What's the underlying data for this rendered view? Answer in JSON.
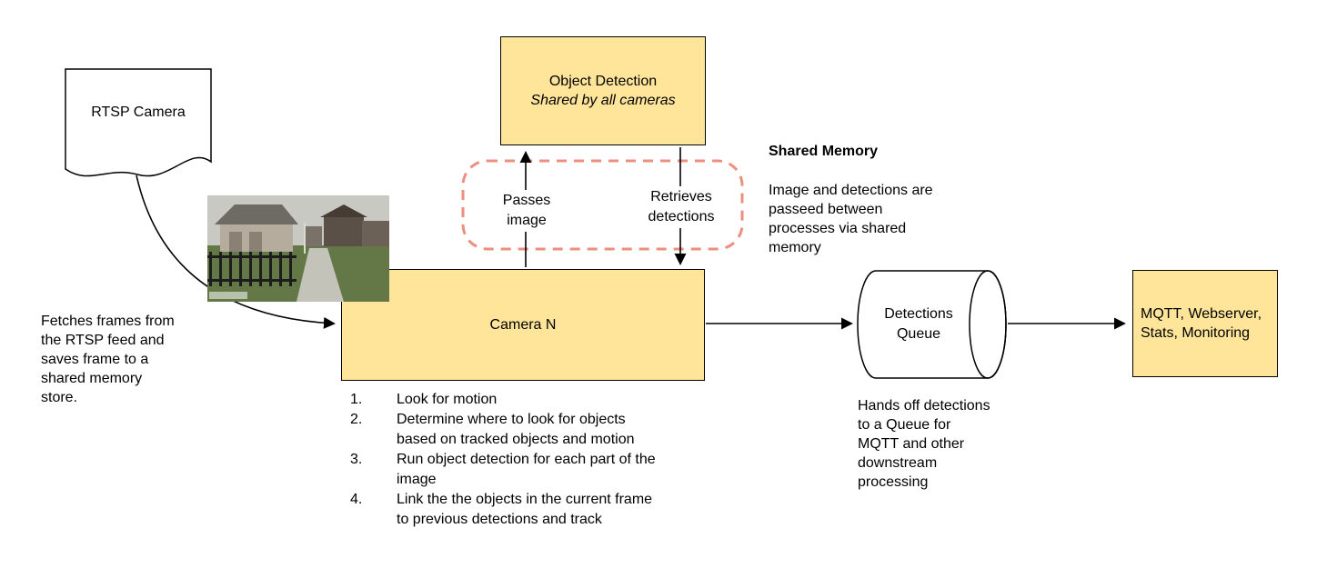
{
  "nodes": {
    "rtsp_camera": {
      "label": "RTSP Camera"
    },
    "object_detection": {
      "title": "Object Detection",
      "subtitle": "Shared by all cameras"
    },
    "camera_n": {
      "label": "Camera N"
    },
    "detections_queue": {
      "label": "Detections\nQueue"
    },
    "mqtt": {
      "label": "MQTT, Webserver,\nStats, Monitoring"
    }
  },
  "edge_labels": {
    "passes_image": "Passes\nimage",
    "retrieves_detections": "Retrieves\ndetections"
  },
  "annotations": {
    "shared_memory_title": "Shared Memory",
    "shared_memory_body": "Image and detections are\npasseed between\nprocesses via shared\nmemory",
    "fetches_frames": "Fetches frames from\nthe RTSP feed and\nsaves frame to a\nshared memory\nstore.",
    "hands_off": "Hands off detections\nto a Queue for\nMQTT and other\ndownstream\nprocessing"
  },
  "camera_steps": [
    {
      "num": "1.",
      "text": "Look for motion"
    },
    {
      "num": "2.",
      "text": "Determine where to look for objects\nbased on tracked objects and motion"
    },
    {
      "num": "3.",
      "text": "Run object detection for each part of the\nimage"
    },
    {
      "num": "4.",
      "text": "Link the the objects in the current frame\nto previous detections and track"
    }
  ],
  "colors": {
    "node_fill": "#ffe599",
    "node_border": "#000000",
    "shared_memory_border": "#ec8f7f",
    "arrow": "#000000"
  }
}
